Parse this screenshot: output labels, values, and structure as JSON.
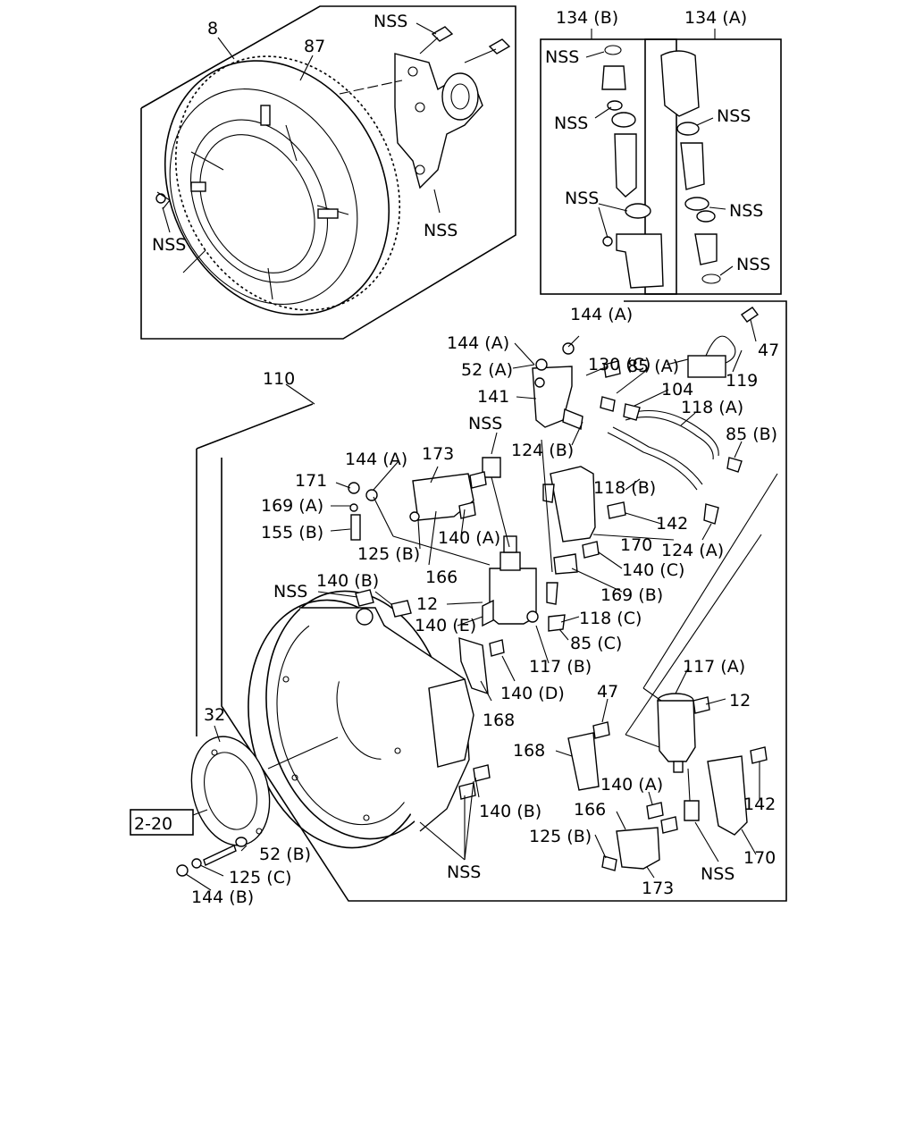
{
  "ref_box": "2-20",
  "labels": {
    "l8": "8",
    "l87": "87",
    "nss_top": "NSS",
    "nss_bracket": "NSS",
    "nss_left": "NSS",
    "l134b": "134 (B)",
    "l134a": "134 (A)",
    "nss_b1": "NSS",
    "nss_b2": "NSS",
    "nss_b3": "NSS",
    "nss_a1": "NSS",
    "nss_a2": "NSS",
    "nss_a3": "NSS",
    "l110": "110",
    "l144a_top": "144 (A)",
    "l144a_left": "144 (A)",
    "l52a": "52 (A)",
    "l130c": "130 (C)",
    "l85a": "85 (A)",
    "l104": "104",
    "l141": "141",
    "l47_top": "47",
    "l119": "119",
    "l118a": "118 (A)",
    "l85b": "85 (B)",
    "l124b": "124 (B)",
    "nss_mid": "NSS",
    "l173_top": "173",
    "l144a_mid": "144 (A)",
    "l171": "171",
    "l169a": "169 (A)",
    "l155b": "155 (B)",
    "l140a_mid": "140 (A)",
    "l125b_mid": "125 (B)",
    "l166_mid": "166",
    "l118b": "118 (B)",
    "l142_mid": "142",
    "l170_mid": "170",
    "l124a": "124 (A)",
    "l140c": "140 (C)",
    "l169b": "169 (B)",
    "nss_housing": "NSS",
    "l140b_top": "140 (B)",
    "l12_left": "12",
    "l140e": "140 (E)",
    "l118c": "118 (C)",
    "l85c": "85 (C)",
    "l117b": "117 (B)",
    "l140d": "140 (D)",
    "l168_mid": "168",
    "l117a": "117 (A)",
    "l12_right": "12",
    "l47_low": "47",
    "l168_low": "168",
    "l142_low": "142",
    "l140a_low": "140 (A)",
    "l166_low": "166",
    "l125b_low": "125 (B)",
    "l173_low": "173",
    "nss_low_right": "NSS",
    "l170_low": "170",
    "l32": "32",
    "l140b_low": "140 (B)",
    "l52b": "52 (B)",
    "l125c": "125 (C)",
    "l144b": "144 (B)",
    "nss_bottom": "NSS"
  }
}
